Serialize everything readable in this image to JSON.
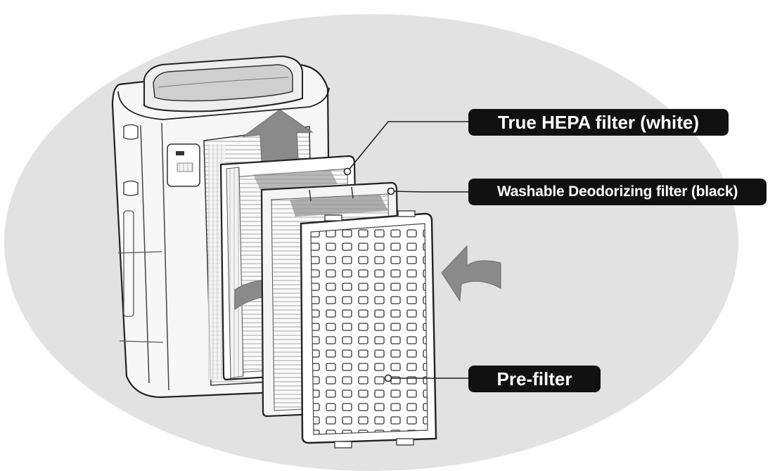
{
  "callouts": {
    "hepa": "True HEPA filter (white)",
    "deodorizing": "Washable Deodorizing filter (black)",
    "prefilter": "Pre-filter"
  },
  "colors": {
    "background_circle": "#e2e2e2",
    "callout_fill": "#111111",
    "callout_text": "#ffffff",
    "airflow_arrow": "#8a8a8a",
    "line": "#222222",
    "unit_body": "#f7f7f7"
  },
  "icons": {
    "airflow_up": "arrow-up-icon",
    "airflow_in_left": "curved-arrow-right-icon",
    "airflow_in_right": "curved-arrow-left-icon"
  }
}
